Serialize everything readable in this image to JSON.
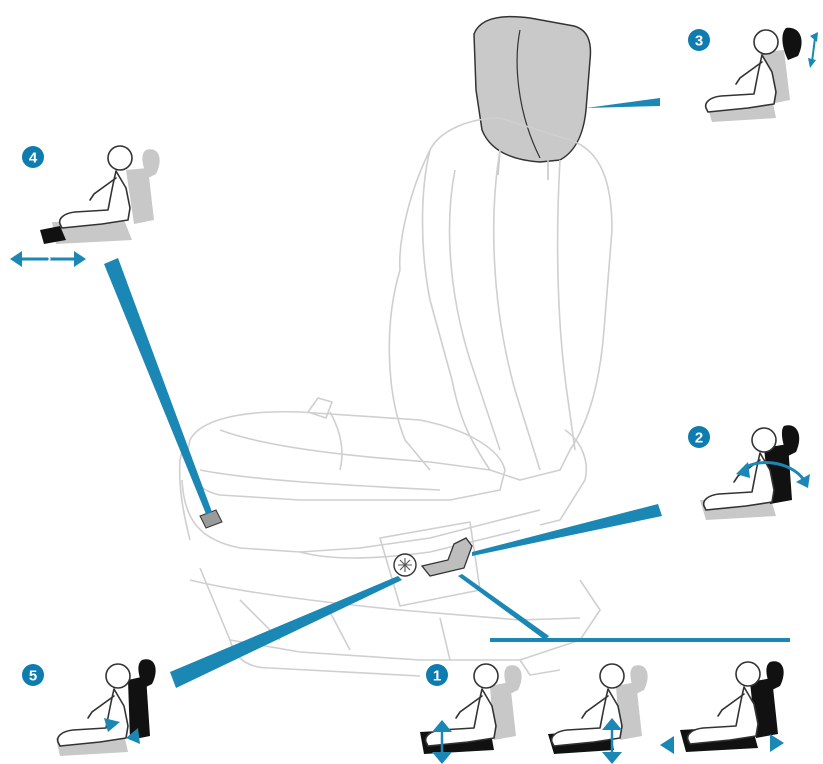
{
  "colors": {
    "accent": "#1a87b5",
    "badge": "#0f7cb0",
    "outline": "#333333",
    "seat_gray": "#c8c8c8",
    "highlight_black": "#111111",
    "line_light": "#d4d4d4"
  },
  "callouts": [
    {
      "number": "1",
      "label": "",
      "icon": "seat-height-and-cushion-adjust-icon"
    },
    {
      "number": "2",
      "label": "",
      "icon": "backrest-recline-icon"
    },
    {
      "number": "3",
      "label": "",
      "icon": "headrest-height-icon"
    },
    {
      "number": "4",
      "label": "",
      "icon": "seat-fore-aft-icon"
    },
    {
      "number": "5",
      "label": "",
      "icon": "lumbar-support-icon"
    }
  ]
}
